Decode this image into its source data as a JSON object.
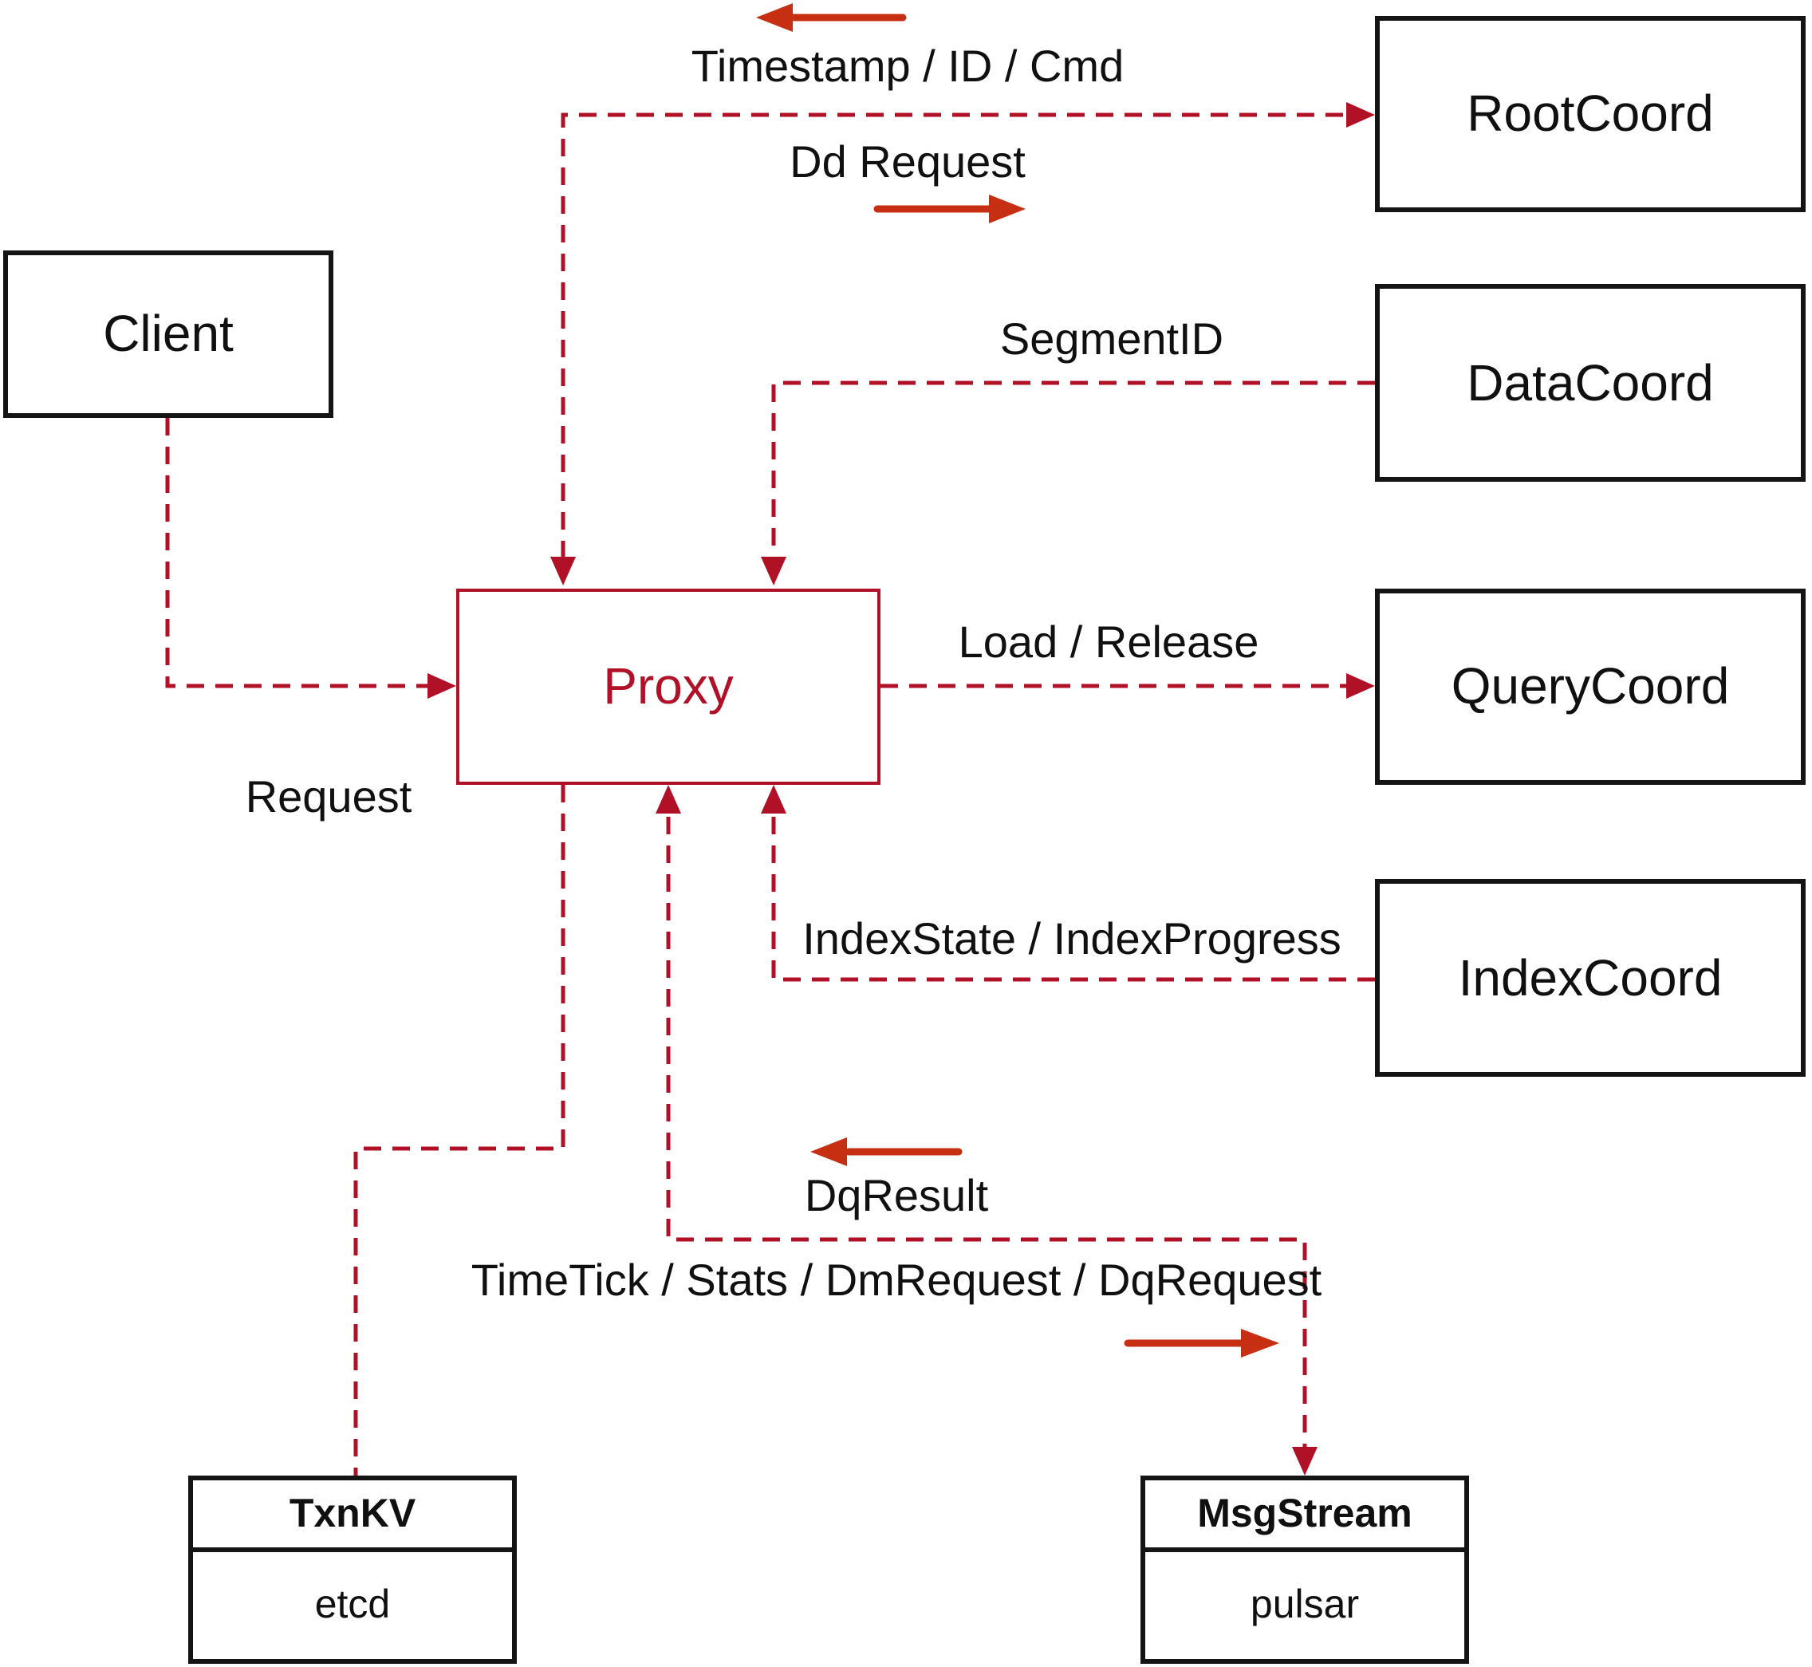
{
  "diagram": {
    "nodes": {
      "client": {
        "label": "Client"
      },
      "proxy": {
        "label": "Proxy"
      },
      "root_coord": {
        "label": "RootCoord"
      },
      "data_coord": {
        "label": "DataCoord"
      },
      "query_coord": {
        "label": "QueryCoord"
      },
      "index_coord": {
        "label": "IndexCoord"
      },
      "txn_kv": {
        "title": "TxnKV",
        "subtitle": "etcd"
      },
      "msg_stream": {
        "title": "MsgStream",
        "subtitle": "pulsar"
      }
    },
    "edge_labels": {
      "request": "Request",
      "timestamp_id_cmd": "Timestamp / ID / Cmd",
      "dd_request": "Dd Request",
      "segment_id": "SegmentID",
      "load_release": "Load / Release",
      "index_state": "IndexState / IndexProgress",
      "dq_result": "DqResult",
      "timetick": "TimeTick / Stats / DmRequest / DqRequest"
    },
    "colors": {
      "dashed_line": "#b01127",
      "solid_arrow": "#c62f11",
      "box_border": "#141414",
      "text": "#101010",
      "proxy_accent": "#b01127",
      "background": "#ffffff"
    }
  }
}
